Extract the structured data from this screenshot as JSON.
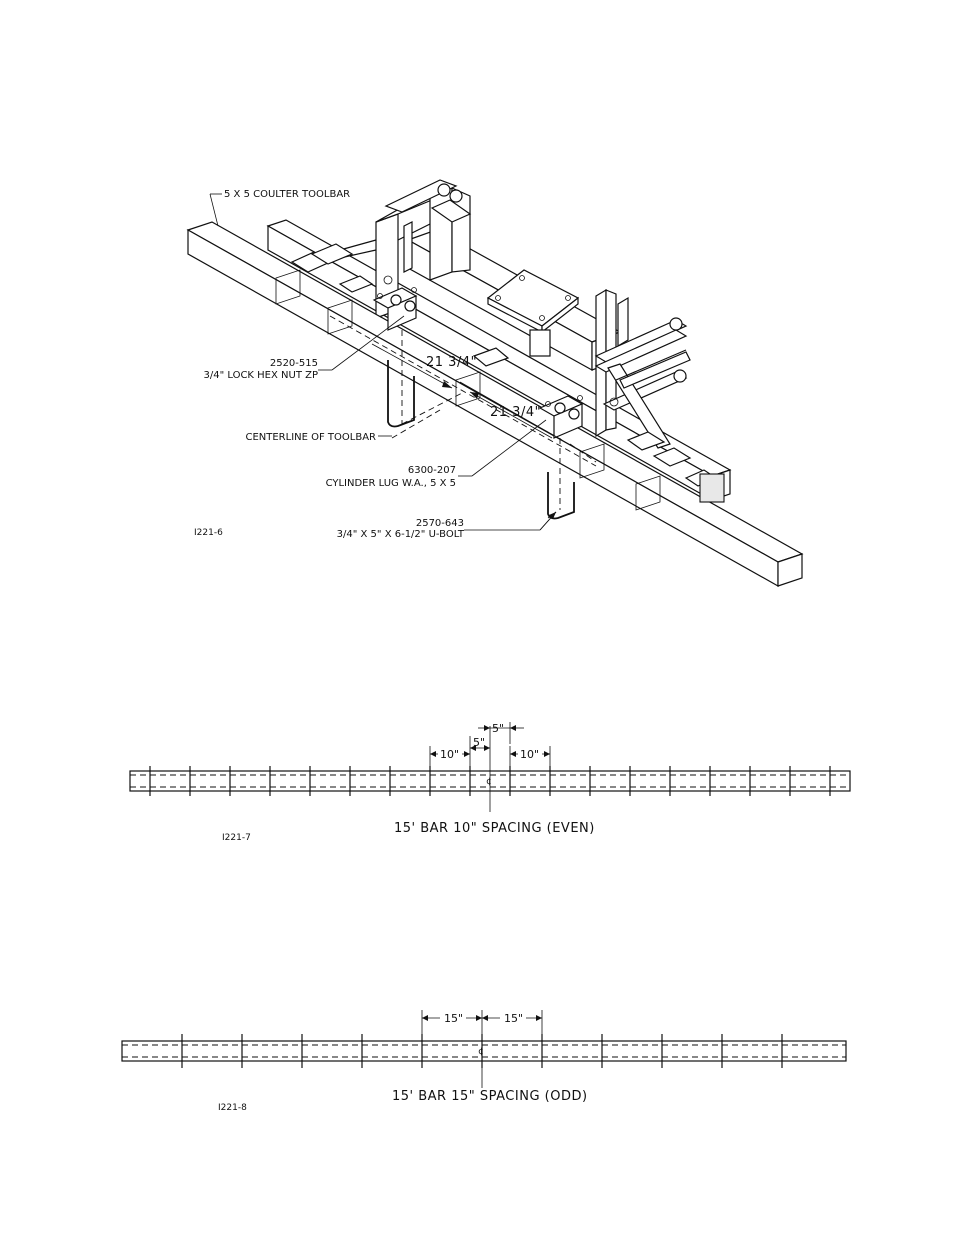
{
  "figure1": {
    "label_toolbar": "5 X 5 COULTER TOOLBAR",
    "label_nut_part": "2520-515",
    "label_nut_desc": "3/4\" LOCK HEX NUT ZP",
    "label_dim_a": "21 3/4\"",
    "label_dim_b": "21 3/4\"",
    "label_centerline": "CENTERLINE OF TOOLBAR",
    "label_lug_part": "6300-207",
    "label_lug_desc": "CYLINDER LUG W.A., 5 X 5",
    "label_ubolt_part": "2570-643",
    "label_ubolt_desc": "3/4\" X 5\" X 6-1/2\" U-BOLT",
    "fig_id": "I221-6"
  },
  "figure2": {
    "dim_top": "5\"",
    "dim_mid": "5\"",
    "dim_left": "10\"",
    "dim_right": "10\"",
    "center_mark": "¢",
    "caption": "15' BAR 10\" SPACING (EVEN)",
    "fig_id": "I221-7"
  },
  "figure3": {
    "dim_left": "15\"",
    "dim_right": "15\"",
    "center_mark": "¢",
    "caption": "15' BAR 15\" SPACING (ODD)",
    "fig_id": "I221-8"
  }
}
